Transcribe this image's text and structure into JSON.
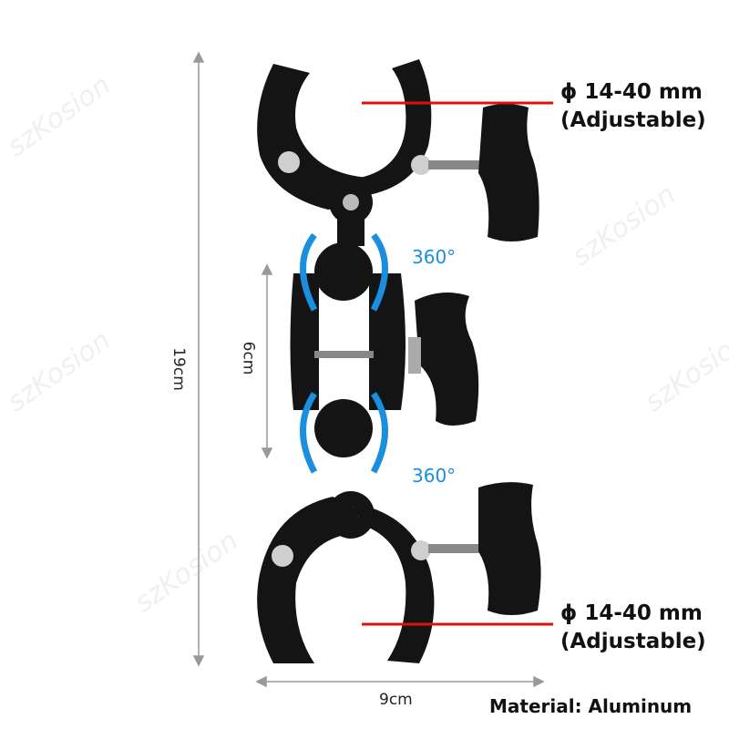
{
  "watermark": "szKosion",
  "dimensions": {
    "height": "19cm",
    "arm": "6cm",
    "width": "9cm"
  },
  "top_clamp": {
    "symbol": "ϕ 14-40 mm",
    "note": "(Adjustable)"
  },
  "bottom_clamp": {
    "symbol": "ϕ 14-40 mm",
    "note": "(Adjustable)"
  },
  "rotation": {
    "upper": "360°",
    "lower": "360°"
  },
  "material": "Material: Aluminum",
  "colors": {
    "accent": "#1a8fe0",
    "marker": "#e01010",
    "product": "#141414"
  }
}
